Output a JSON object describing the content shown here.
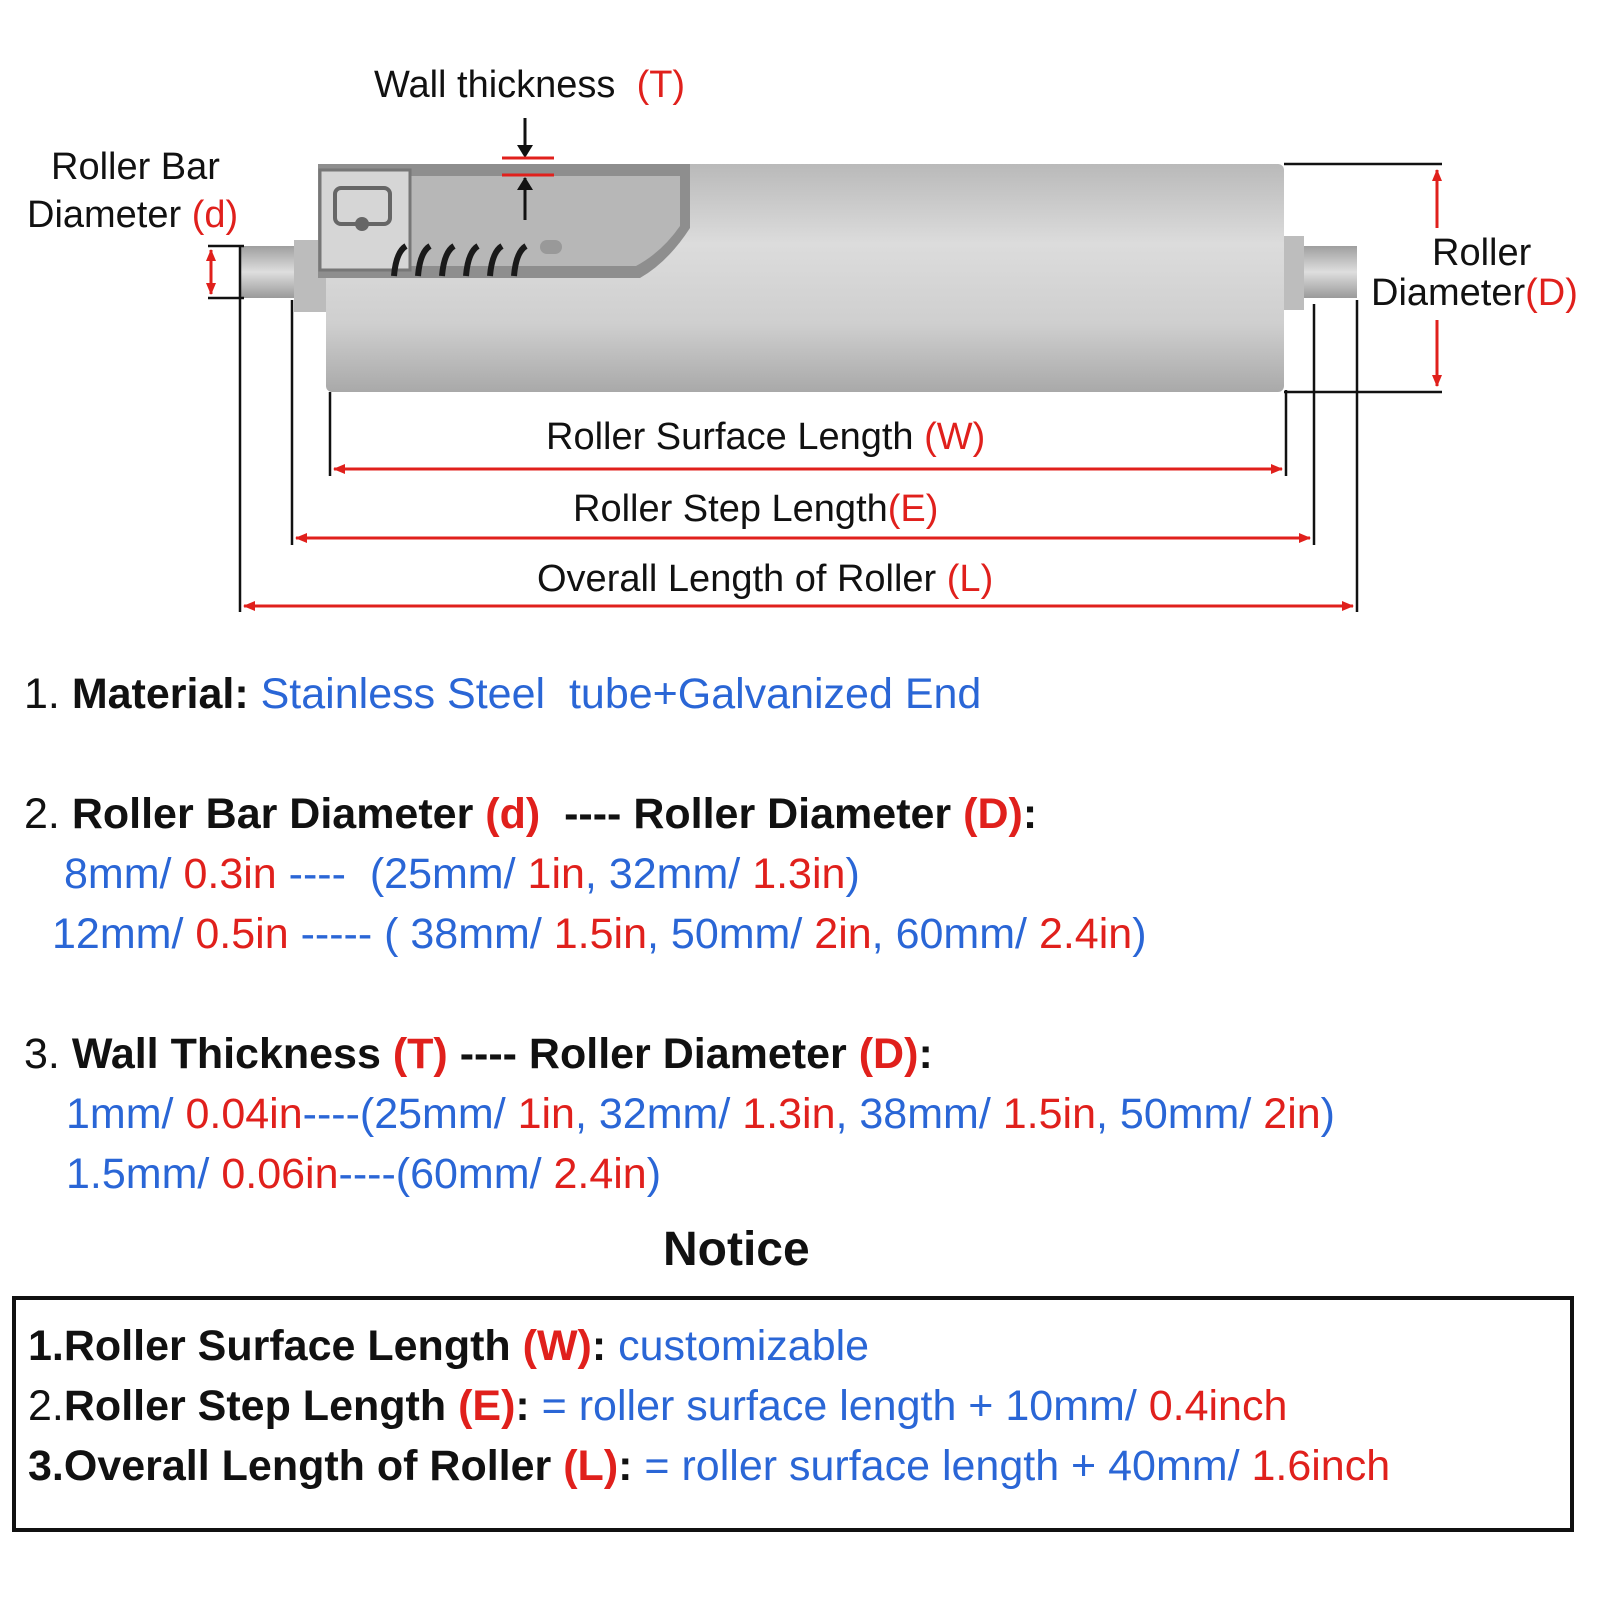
{
  "diagram": {
    "wall_thickness": {
      "text": "Wall thickness",
      "symbol": "(T)"
    },
    "bar_diameter": {
      "line1": "Roller Bar",
      "line2": "Diameter",
      "symbol": "(d)"
    },
    "roller_diameter": {
      "line1": "Roller",
      "line2": "Diameter",
      "symbol": "(D)"
    },
    "surface_length": {
      "text": "Roller Surface Length",
      "symbol": "(W)"
    },
    "step_length": {
      "text": "Roller Step Length",
      "symbol": "(E)"
    },
    "overall_length": {
      "text": "Overall Length of Roller",
      "symbol": "(L)"
    }
  },
  "specs": {
    "material": {
      "num": "1.",
      "label": "Material:",
      "value": "Stainless Steel  tube+Galvanized End"
    },
    "bar_vs_roller": {
      "num": "2.",
      "label": "Roller Bar Diameter",
      "sym1": "(d)",
      "sep": "---- Roller Diameter",
      "sym2": "(D)",
      "colon": ":",
      "row1": {
        "mm": "8mm/",
        "in": "0.3in",
        "sep": "----",
        "open": "(25mm/",
        "v1in": "1in",
        "v2": ", 32mm/",
        "v2in": "1.3in",
        "close": ")"
      },
      "row2": {
        "mm": "12mm/",
        "in": "0.5in",
        "sep": "----- ( 38mm/",
        "v1in": "1.5in",
        "v2": ", 50mm/",
        "v2in": "2in",
        "v3": ", 60mm/",
        "v3in": "2.4in",
        "close": ")"
      }
    },
    "wall_vs_roller": {
      "num": "3.",
      "label": "Wall Thickness",
      "sym1": "(T)",
      "sep": "---- Roller Diameter",
      "sym2": "(D)",
      "colon": ":",
      "row1": {
        "mm": "1mm/",
        "in": "0.04in",
        "sep": "----(25mm/",
        "v1in": "1in",
        "v2": ", 32mm/",
        "v2in": "1.3in",
        "v3": ", 38mm/",
        "v3in": "1.5in",
        "v4": ", 50mm/",
        "v4in": "2in",
        "close": ")"
      },
      "row2": {
        "mm": "1.5mm/",
        "in": "0.06in",
        "sep": "----(60mm/",
        "v1in": "2.4in",
        "close": ")"
      }
    }
  },
  "notice": {
    "title": "Notice",
    "items": [
      {
        "num": "1.",
        "label": "Roller Surface Length",
        "sym": "(W)",
        "colon": ":",
        "value": " customizable",
        "value_red": ""
      },
      {
        "num": "2.",
        "label": "Roller Step Length",
        "sym": "(E)",
        "colon": ":",
        "value": " = roller surface length + 10mm/",
        "value_red": " 0.4inch"
      },
      {
        "num": "3.",
        "label": "Overall Length of Roller",
        "sym": "(L)",
        "colon": ":",
        "value": " = roller surface length + 40mm/",
        "value_red": " 1.6inch"
      }
    ]
  },
  "colors": {
    "accent_red": "#e0201c",
    "value_blue": "#2a66d6",
    "roller_gray": "#c9c9c9"
  }
}
